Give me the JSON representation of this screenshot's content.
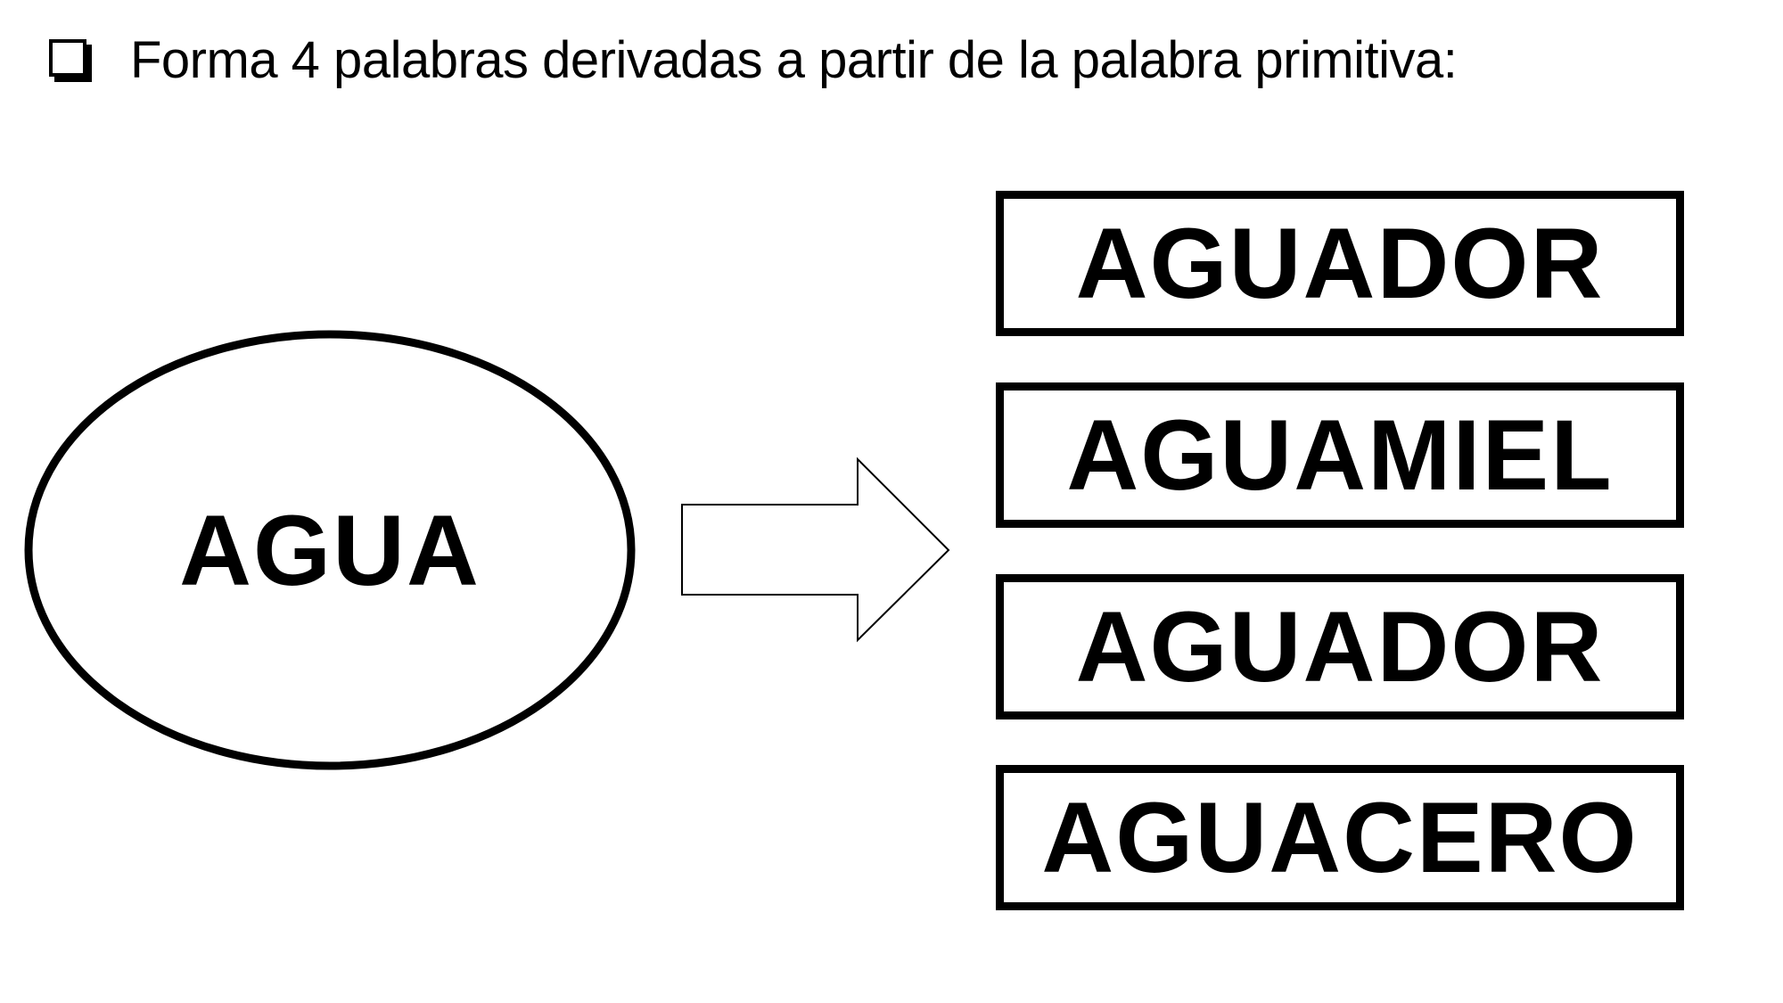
{
  "instruction": {
    "text": "Forma 4 palabras derivadas a partir de la palabra primitiva:",
    "icon": "checkbox-icon"
  },
  "diagram": {
    "primitive_word": "AGUA",
    "derived_words": [
      "AGUADOR",
      "AGUAMIEL",
      "AGUADOR",
      "AGUACERO"
    ]
  }
}
